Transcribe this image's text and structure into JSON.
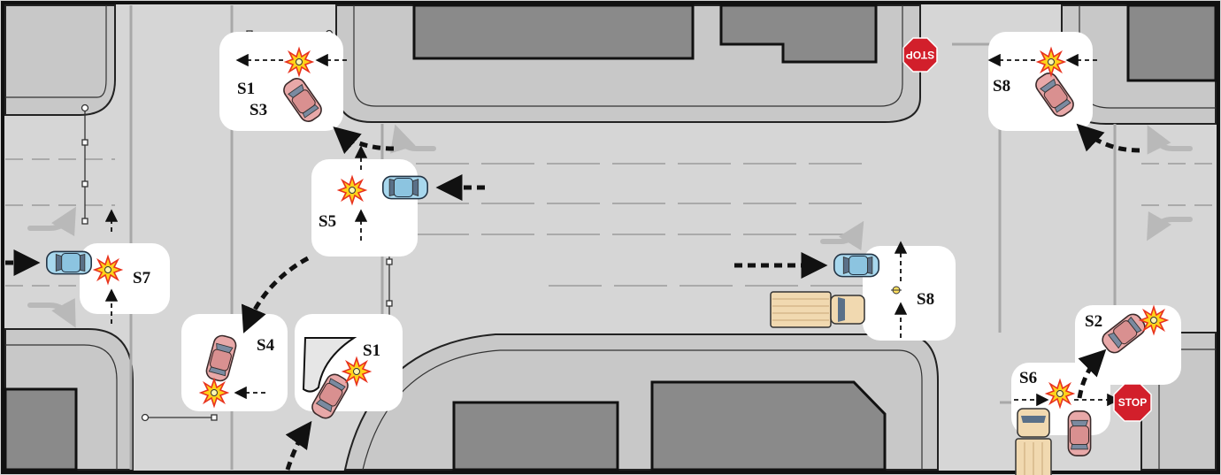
{
  "scenario_labels": {
    "s1_top": "S1",
    "s3_top": "S3",
    "s5": "S5",
    "s7": "S7",
    "s4": "S4",
    "s1_bottom": "S1",
    "s8_top": "S8",
    "s8_mid": "S8",
    "s2": "S2",
    "s6": "S6"
  },
  "signs": {
    "stop_top": "STOP",
    "stop_bottom": "STOP"
  },
  "colors": {
    "vehicle_pink": "#e8a8a8",
    "vehicle_blue": "#a8d8ee",
    "truck_tan": "#f1d9b0",
    "crash_burst": "#ffd21a",
    "crash_outline": "#e8321e",
    "stop_sign": "#d21f2b",
    "road": "#d6d6d6",
    "sidewalk": "#c8c8c8",
    "building": "#8a8a8a"
  }
}
